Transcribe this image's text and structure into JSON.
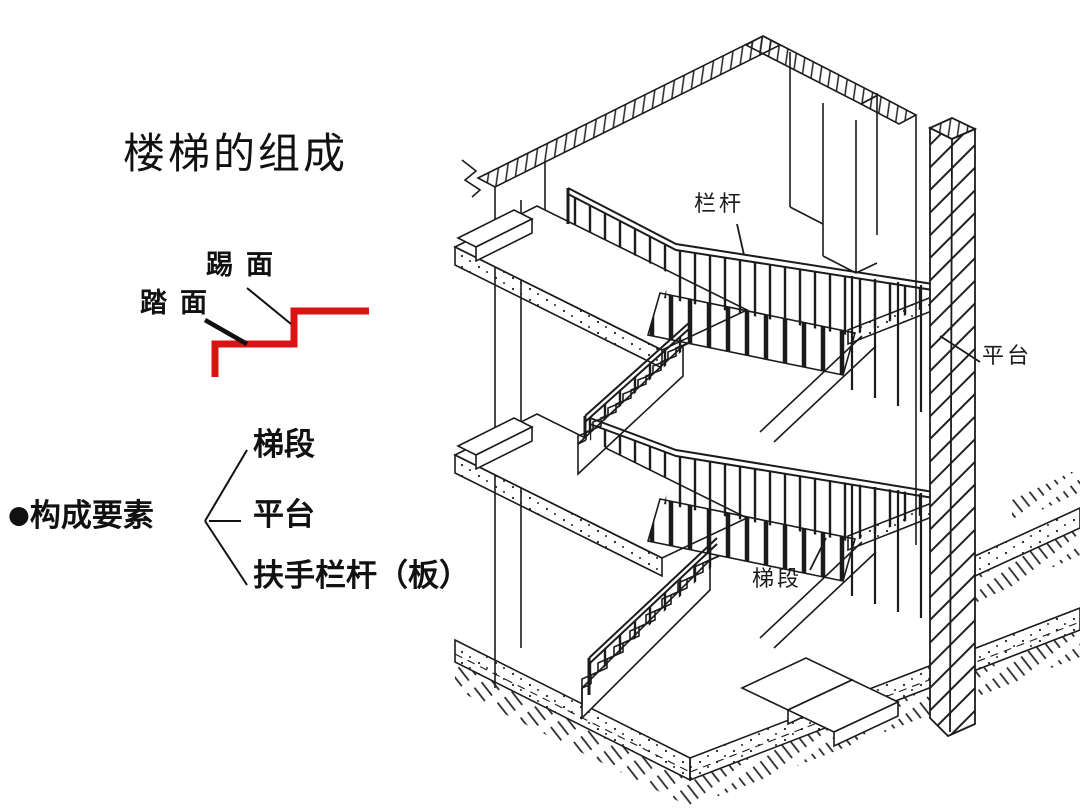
{
  "slide": {
    "title": "楼梯的组成",
    "step_diagram": {
      "riser_label": "踢面",
      "tread_label": "踏面",
      "line_color": "#d91414"
    },
    "composition": {
      "bullet": "●",
      "heading": "构成要素",
      "items": [
        "梯段",
        "平台",
        "扶手栏杆（板）"
      ]
    },
    "drawing": {
      "labels": {
        "railing": "栏杆",
        "platform": "平台",
        "flight": "梯段"
      },
      "ink_color": "#1b1b1b"
    }
  }
}
